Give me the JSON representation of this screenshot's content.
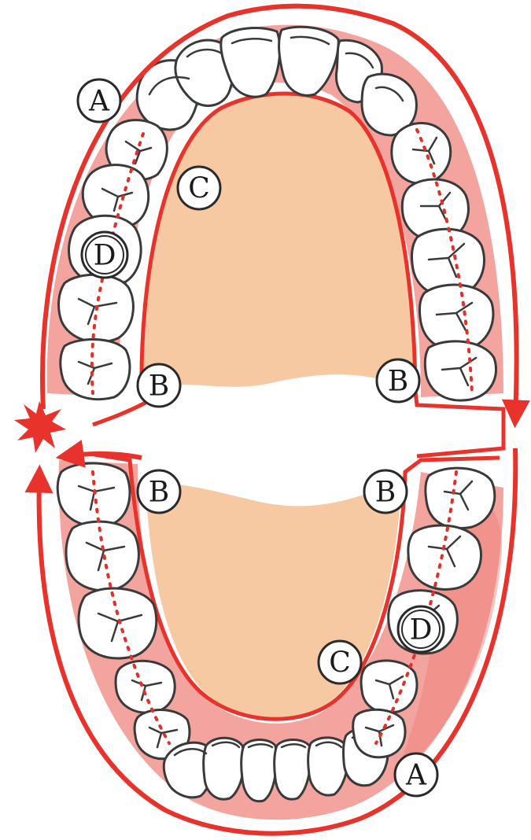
{
  "colors": {
    "gum": "#f3a49f",
    "gum_dark": "#ef7d76",
    "palate": "#f6c9a2",
    "line": "#e8322c",
    "tooth": "#ffffff",
    "tooth_outline": "#3a3a3a"
  },
  "labels": {
    "a_upper": "A",
    "a_lower": "A",
    "b_upper_left": "B",
    "b_upper_right": "B",
    "b_lower_left": "B",
    "b_lower_right": "B",
    "c_upper": "C",
    "c_lower": "C",
    "d_upper": "D",
    "d_lower": "D"
  },
  "icons": {
    "burst": "starburst-icon",
    "arrows": "arrowhead-icon"
  }
}
